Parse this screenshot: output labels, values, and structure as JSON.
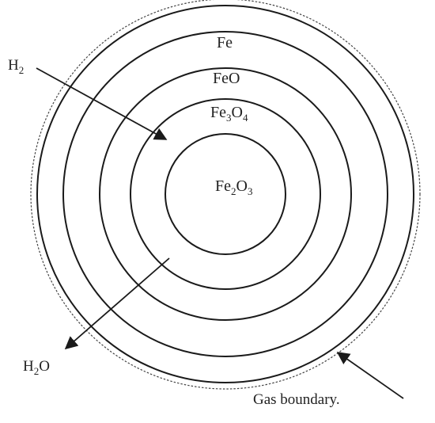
{
  "layers": {
    "outer": "Fe",
    "second": "FeO",
    "third_base": "Fe",
    "third_sub1": "3",
    "third_mid": "O",
    "third_sub2": "4",
    "core_base": "Fe",
    "core_sub1": "2",
    "core_mid": "O",
    "core_sub2": "3"
  },
  "gases": {
    "in_base": "H",
    "in_sub": "2",
    "out_base": "H",
    "out_sub": "2",
    "out_tail": "O"
  },
  "boundary_label": "Gas boundary.",
  "colors": {
    "line": "#1a1a1a",
    "text": "#222222"
  }
}
